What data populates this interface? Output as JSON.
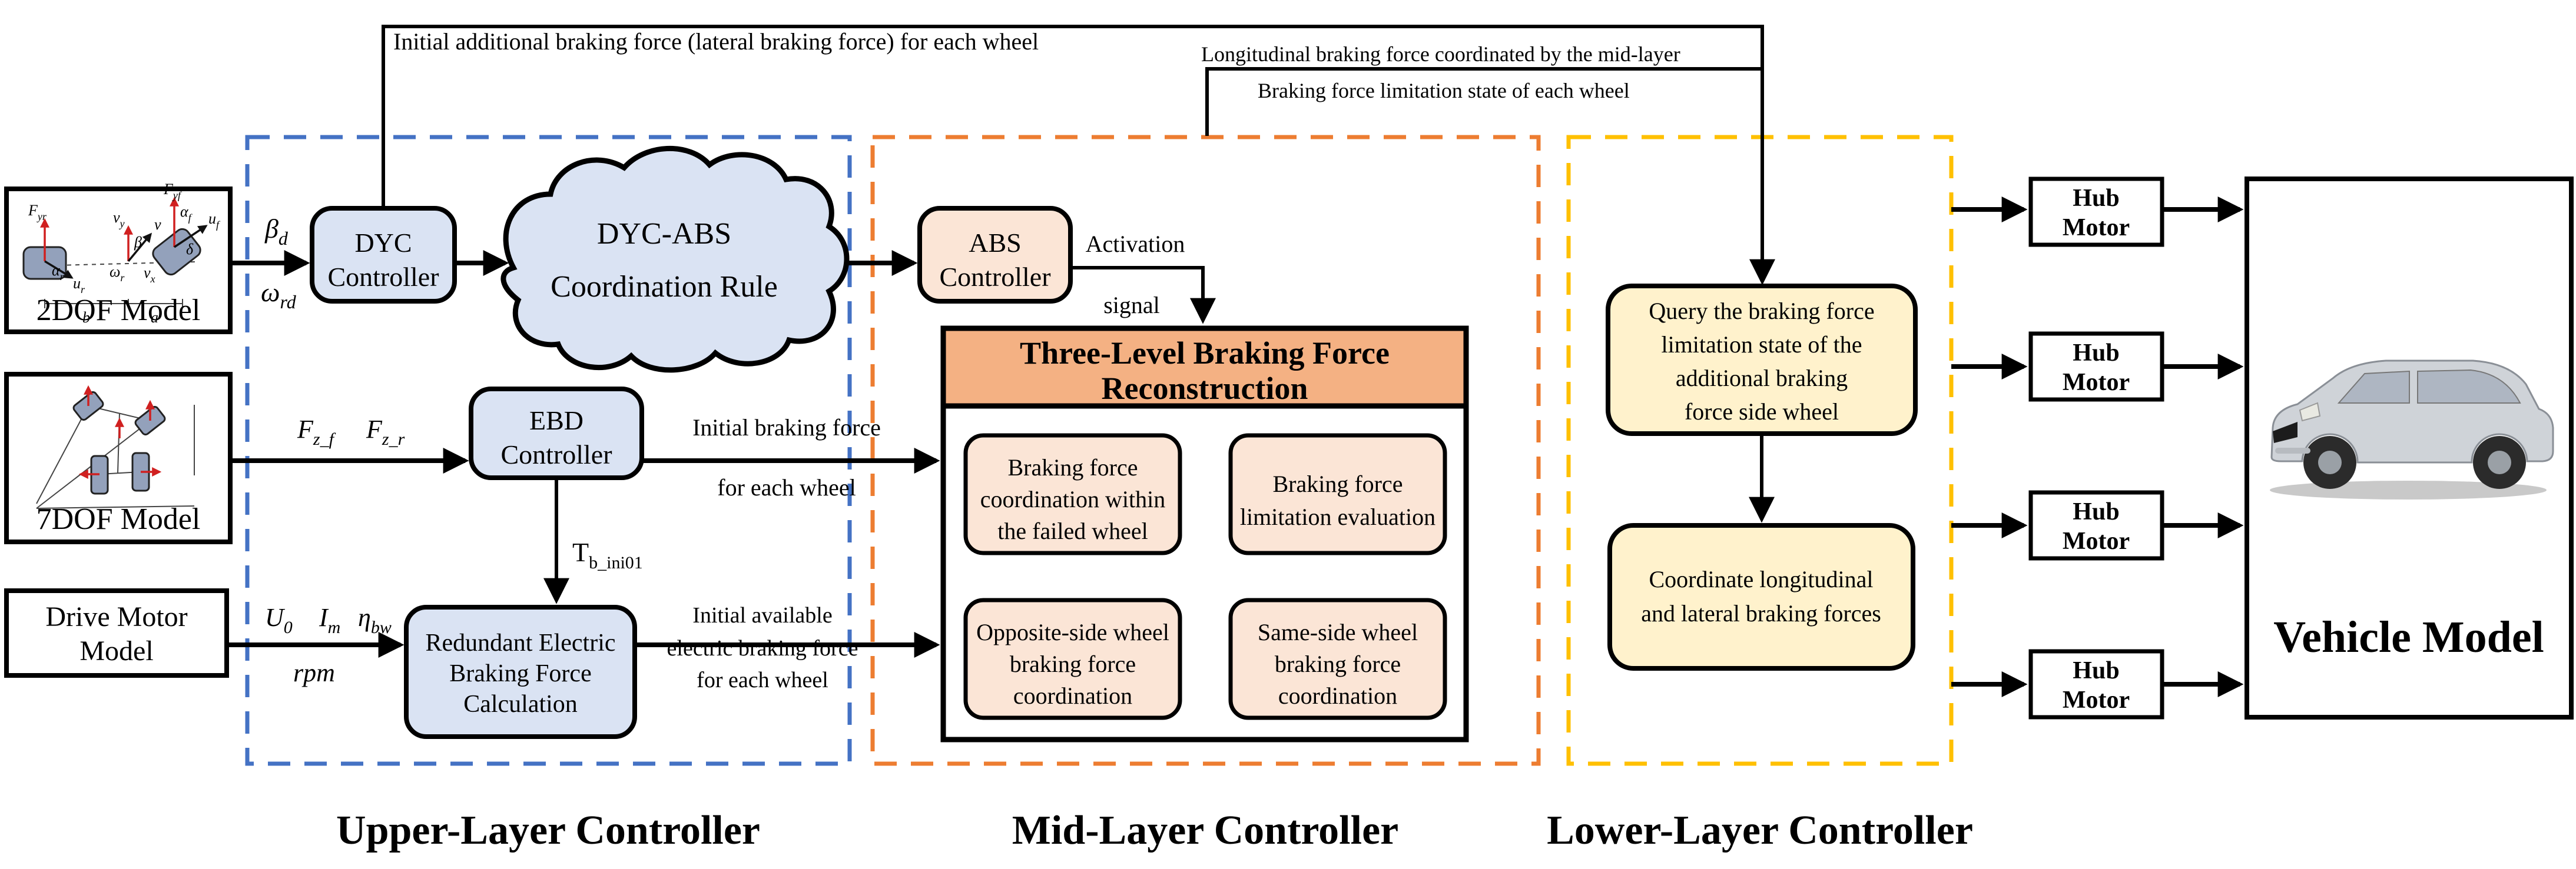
{
  "colors": {
    "upper_layer_dash": "#4472C4",
    "mid_layer_dash": "#ED7D31",
    "lower_layer_dash": "#FFC000",
    "controller_fill_blue": "#DAE3F3",
    "controller_fill_peach": "#FBE5D6",
    "reconstruction_header_fill": "#F4B183",
    "lower_box_fill": "#FFF2CC",
    "line": "#000000"
  },
  "top": {
    "initial_additional": "Initial additional braking force (lateral braking force) for each wheel",
    "longitudinal": "Longitudinal braking force coordinated by the mid-layer",
    "limitation_state": "Braking force limitation state of each wheel"
  },
  "layers": {
    "upper": "Upper-Layer Controller",
    "mid": "Mid-Layer Controller",
    "lower": "Lower-Layer Controller"
  },
  "models": {
    "dof2": "2DOF Model",
    "dof7": "7DOF Model",
    "drive1": "Drive Motor",
    "drive2": "Model"
  },
  "upper": {
    "dyc1": "DYC",
    "dyc2": "Controller",
    "cloud1": "DYC-ABS",
    "cloud2": "Coordination Rule",
    "ebd1": "EBD",
    "ebd2": "Controller",
    "red1": "Redundant Electric",
    "red2": "Braking Force",
    "red3": "Calculation"
  },
  "mid": {
    "abs1": "ABS",
    "abs2": "Controller",
    "act1": "Activation",
    "act2": "signal",
    "title1": "Three-Level Braking Force",
    "title2": "Reconstruction",
    "sub1": [
      "Braking force",
      "coordination within",
      "the failed wheel"
    ],
    "sub2": [
      "Braking force",
      "limitation evaluation"
    ],
    "sub3": [
      "Opposite-side wheel",
      "braking force",
      "coordination"
    ],
    "sub4": [
      "Same-side wheel",
      "braking force",
      "coordination"
    ]
  },
  "lower": {
    "query": [
      "Query the braking force",
      "limitation state of the",
      "additional braking",
      "force side wheel"
    ],
    "coord": [
      "Coordinate longitudinal",
      "and lateral braking forces"
    ]
  },
  "right": {
    "hub1": "Hub",
    "hub2": "Motor",
    "vehicle": "Vehicle Model"
  },
  "flows": {
    "ebd_out": [
      "Initial braking force",
      "for each wheel"
    ],
    "red_out": [
      "Initial available",
      "electric braking force",
      "for each wheel"
    ]
  },
  "signals": {
    "beta": {
      "b": "β",
      "s": "d"
    },
    "omega": {
      "b": "ω",
      "s": "rd"
    },
    "fzf": {
      "b": "F",
      "s": "z_f"
    },
    "fzr": {
      "b": "F",
      "s": "z_r"
    },
    "tb": {
      "b": "T",
      "s": "b_ini01"
    },
    "u0": {
      "b": "U",
      "s": "0"
    },
    "im": {
      "b": "I",
      "s": "m"
    },
    "eta": {
      "b": "η",
      "s": "bw"
    },
    "rpm": "rpm"
  },
  "dof2_labels": {
    "fyr": {
      "b": "F",
      "s": "yr"
    },
    "vy": {
      "b": "v",
      "s": "y"
    },
    "v": {
      "b": "v",
      "s": ""
    },
    "fyf": {
      "b": "F",
      "s": "yf"
    },
    "af": {
      "b": "α",
      "s": "f"
    },
    "uf": {
      "b": "u",
      "s": "f"
    },
    "beta": {
      "b": "β",
      "s": ""
    },
    "wr": {
      "b": "ω",
      "s": "r"
    },
    "vx": {
      "b": "v",
      "s": "x"
    },
    "delta": {
      "b": "δ",
      "s": ""
    },
    "ar": {
      "b": "α",
      "s": "r"
    },
    "ur": {
      "b": "u",
      "s": "r"
    },
    "b": {
      "b": "b",
      "s": ""
    },
    "a": {
      "b": "a",
      "s": ""
    }
  }
}
